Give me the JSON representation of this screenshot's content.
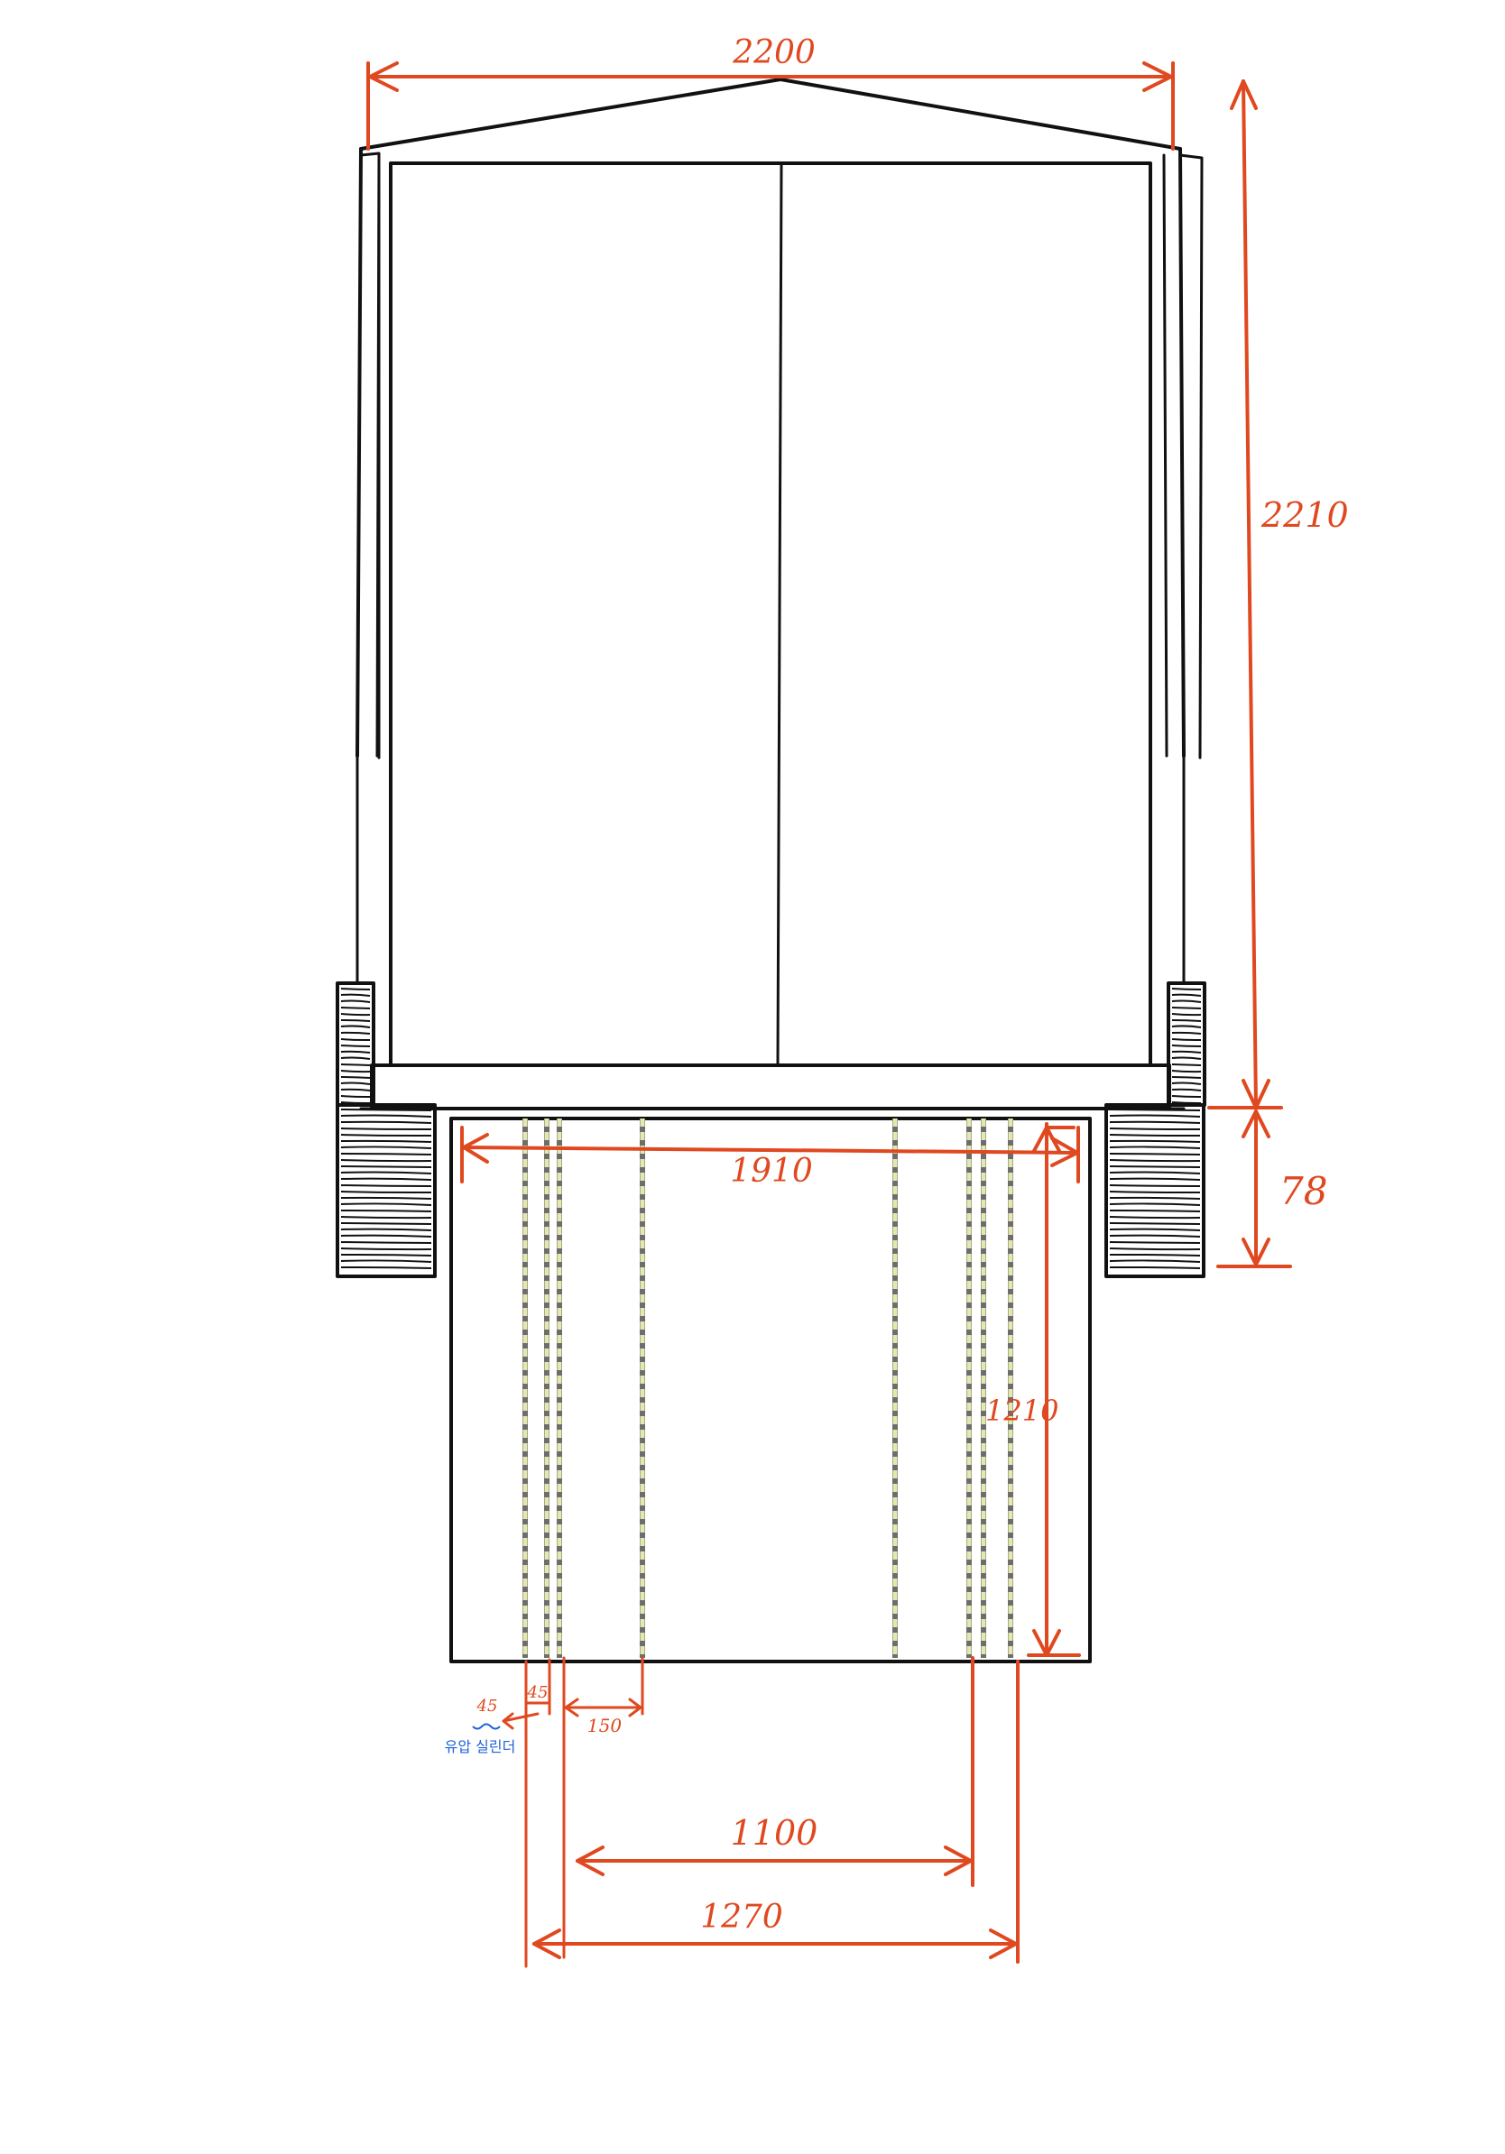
{
  "colors": {
    "ink": "#111111",
    "dimension": "#e0481f",
    "note": "#1f63d6",
    "chain_light": "#e4e8b0",
    "chain_dark": "#6d6d6d"
  },
  "dimensions": {
    "overall_width": "2200",
    "overall_height": "2210",
    "wheel_height": "78",
    "platform_width": "1910",
    "platform_depth": "1210",
    "gap_small_a": "45",
    "gap_small_b": "45",
    "gap_150": "150",
    "inner_span": "1100",
    "outer_span": "1270"
  },
  "notes": {
    "hydraulic_cylinder": "유압 실린더"
  },
  "icons": {
    "chains": "chain-lines",
    "wheels": "hatched-wheel"
  }
}
